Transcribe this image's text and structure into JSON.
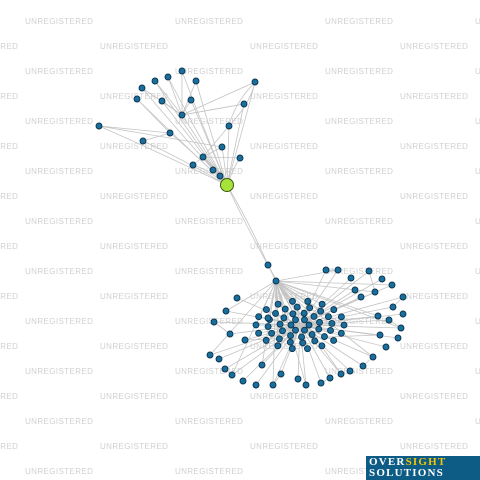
{
  "watermark": {
    "text": "UNREGISTERED"
  },
  "logo": {
    "line1_part1": "OVER",
    "line1_part2": "SIGHT",
    "line2": "SOLUTIONS"
  },
  "colors": {
    "node": "#1a6e9c",
    "focus_node": "#a6e23a",
    "edge": "#c4c4c4",
    "logo_bg": "#0d5c86",
    "logo_accent": "#f5c400"
  },
  "graph": {
    "focus_node": "central company",
    "upper_cluster_nodes": 24,
    "lower_cluster_nodes": 95
  }
}
